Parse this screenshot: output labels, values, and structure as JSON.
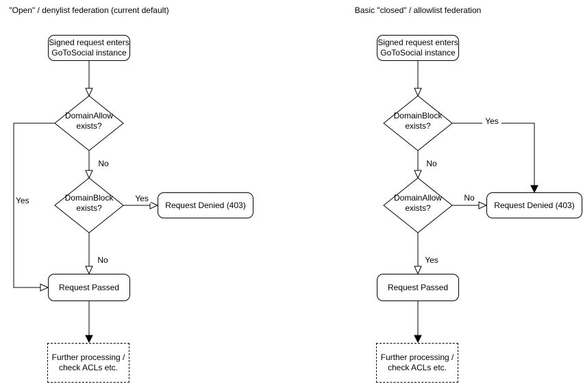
{
  "colors": {
    "stroke": "#000000",
    "background": "#ffffff",
    "text": "#000000"
  },
  "left_chart": {
    "title": "\"Open\" / denylist federation (current default)",
    "nodes": {
      "start": {
        "line1": "Signed request enters",
        "line2": "GoToSocial instance"
      },
      "decision1": {
        "line1": "DomainAllow",
        "line2": "exists?"
      },
      "decision2": {
        "line1": "DomainBlock",
        "line2": "exists?"
      },
      "denied": {
        "label": "Request Denied (403)"
      },
      "passed": {
        "label": "Request Passed"
      },
      "further": {
        "line1": "Further processing /",
        "line2": "check ACLs etc."
      }
    },
    "edge_labels": {
      "decision1_no": "No",
      "decision1_yes": "Yes",
      "decision2_yes": "Yes",
      "decision2_no": "No"
    }
  },
  "right_chart": {
    "title": "Basic \"closed\" / allowlist federation",
    "nodes": {
      "start": {
        "line1": "Signed request enters",
        "line2": "GoToSocial instance"
      },
      "decision1": {
        "line1": "DomainBlock",
        "line2": "exists?"
      },
      "decision2": {
        "line1": "DomainAllow",
        "line2": "exists?"
      },
      "denied": {
        "label": "Request Denied (403)"
      },
      "passed": {
        "label": "Request Passed"
      },
      "further": {
        "line1": "Further processing /",
        "line2": "check ACLs etc."
      }
    },
    "edge_labels": {
      "decision1_yes": "Yes",
      "decision1_no": "No",
      "decision2_no": "No",
      "decision2_yes": "Yes"
    }
  }
}
